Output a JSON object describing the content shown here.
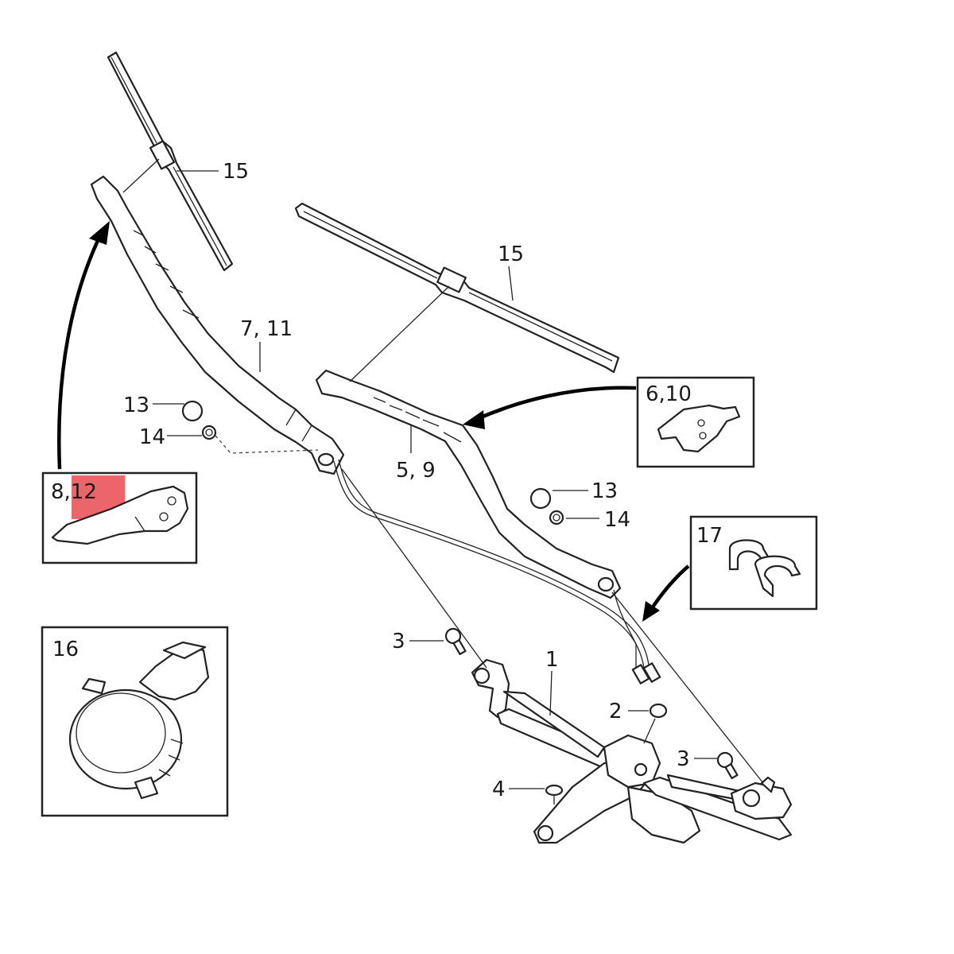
{
  "callouts": {
    "c1": "1",
    "c2": "2",
    "c3a": "3",
    "c3b": "3",
    "c4": "4",
    "c5_9": "5, 9",
    "c6_10": "6,10",
    "c7_11": "7, 11",
    "c8_12": "8,12",
    "c13a": "13",
    "c13b": "13",
    "c14a": "14",
    "c14b": "14",
    "c15a": "15",
    "c15b": "15",
    "c16": "16",
    "c17": "17"
  },
  "colors": {
    "highlight": "#e8434a",
    "line": "#222222",
    "background": "#ffffff"
  }
}
